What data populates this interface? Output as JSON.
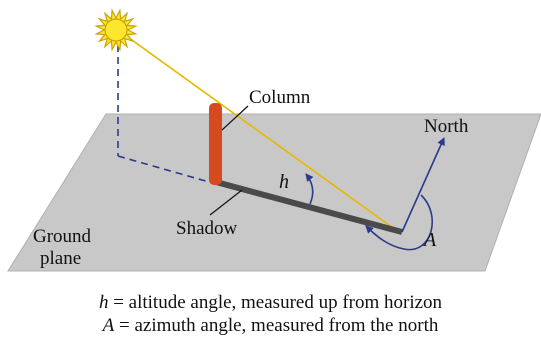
{
  "labels": {
    "column": "Column",
    "north": "North",
    "h": "h",
    "shadow": "Shadow",
    "a": "A",
    "ground_line1": "Ground",
    "ground_line2": "plane"
  },
  "caption": {
    "line1_symbol": "h",
    "line1_text": " = altitude angle, measured up from horizon",
    "line2_symbol": "A",
    "line2_text": " = azimuth angle, measured from the north"
  },
  "colors": {
    "ground": "#c8c8c8",
    "column": "#d64a1f",
    "shadow": "#4a4a4a",
    "sun_ray": "#e8b800",
    "sun": "#ffe62e",
    "angle_arrow": "#2b3a8c",
    "dashed": "#2b3a8c"
  }
}
